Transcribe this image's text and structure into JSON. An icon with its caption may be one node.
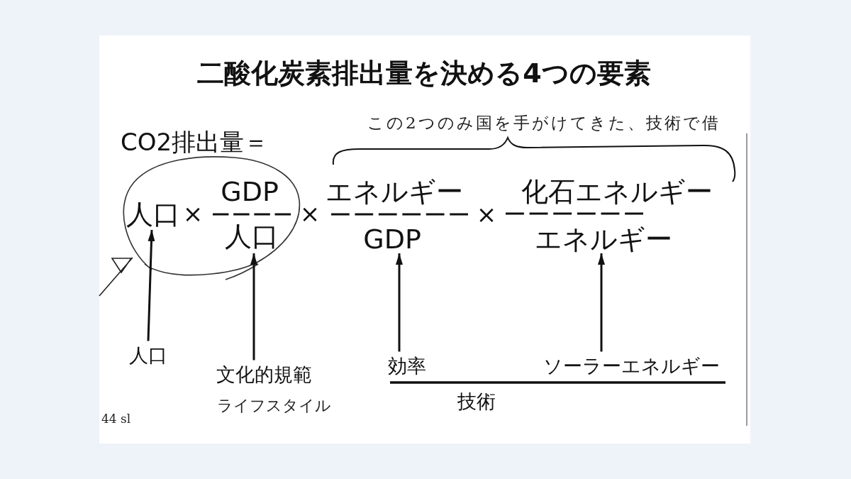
{
  "diagram": {
    "title": "二酸化炭素排出量を決める4つの要素",
    "nodes": [
      {
        "text": [
          "人口"
        ]
      },
      {
        "text": [
          "GDP",
          "人口"
        ]
      },
      {
        "text": [
          "エネルギー",
          "GDP"
        ]
      },
      {
        "text": [
          "化石エネルギー",
          "エネルギー"
        ]
      },
      {
        "text": [
          "人口"
        ]
      },
      {
        "text": [
          "文化的規範"
        ],
        "beside": [
          "ライフスタイル"
        ]
      },
      {
        "text": [
          "効率"
        ]
      },
      {
        "text": [
          "ソーラーエネルギー"
        ]
      }
    ],
    "edges": [
      {
        "from": 4,
        "to": 0,
        "arrow": "to"
      },
      {
        "from": 5,
        "to": 1,
        "arrow": "to"
      },
      {
        "from": 6,
        "to": 2,
        "arrow": "to"
      },
      {
        "from": 7,
        "to": 3,
        "arrow": "to"
      }
    ],
    "labels": [
      "この2つのみ国を手がけてきた、技術で借",
      "CO2排出量＝",
      "×",
      "×",
      "×",
      "技術",
      "44 sl"
    ]
  }
}
